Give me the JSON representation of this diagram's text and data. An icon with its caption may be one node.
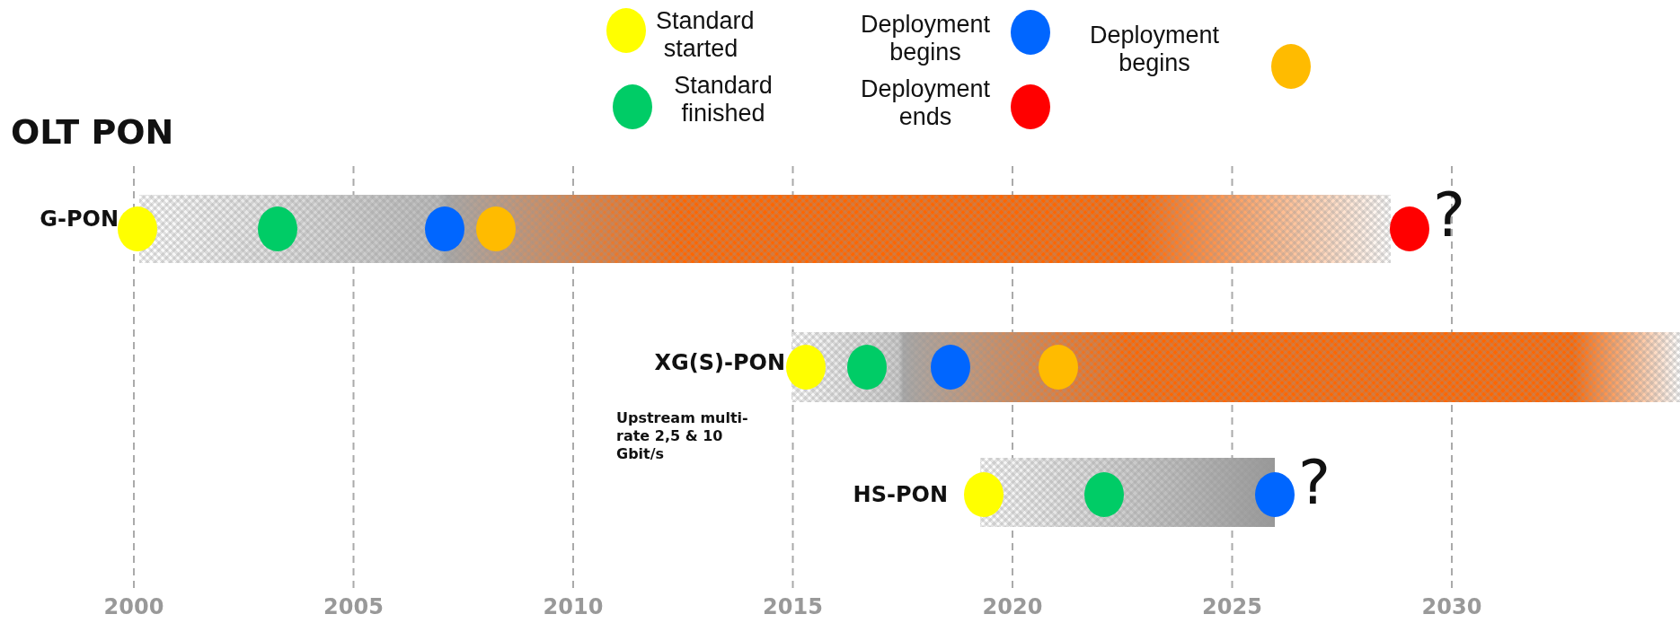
{
  "diagram": {
    "title": "OLT PON",
    "labels": [
      "G-PON",
      "?",
      "XG(S)-PON",
      "Upstream multi-rate 2,5 & 10 Gbit/s",
      "HS-PON",
      "?",
      "2000",
      "2005",
      "2010",
      "2015",
      "2020",
      "2025",
      "2030"
    ],
    "legend": [
      {
        "text": "Standard started",
        "color": "#ffff00"
      },
      {
        "text": "Standard finished",
        "color": "#00cc66"
      },
      {
        "text": "Deployment begins",
        "color": "#0066ff"
      },
      {
        "text": "Deployment ends",
        "color": "#ff0000"
      },
      {
        "text": "Deployment begins",
        "color": "#ffbb00"
      }
    ]
  }
}
